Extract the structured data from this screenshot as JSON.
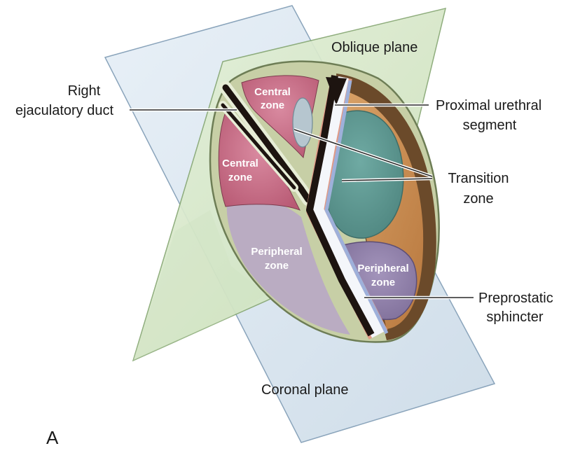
{
  "labels": {
    "oblique_plane": "Oblique plane",
    "right_ejaculatory_duct": [
      "Right",
      "ejaculatory duct"
    ],
    "central_zone_1": [
      "Central",
      "zone"
    ],
    "central_zone_2": [
      "Central",
      "zone"
    ],
    "proximal_urethral_segment": [
      "Proximal urethral",
      "segment"
    ],
    "transition_zone": [
      "Transition",
      "zone"
    ],
    "peripheral_zone_1": [
      "Peripheral",
      "zone"
    ],
    "peripheral_zone_2": [
      "Peripheral",
      "zone"
    ],
    "preprostatic_sphincter": [
      "Preprostatic",
      "sphincter"
    ],
    "coronal_plane": "Coronal plane",
    "panel_letter": "A"
  },
  "colors": {
    "coronal_plane": "#dbe8f2",
    "oblique_plane": "#dcebcf",
    "central_zone": "#c86e86",
    "transition_zone": "#5f9a93",
    "peripheral_zone_right": "#8d7da6",
    "peripheral_zone_left": "#b7a6c7",
    "capsule": "#6b4a2a",
    "urethra": "#1d1410"
  }
}
